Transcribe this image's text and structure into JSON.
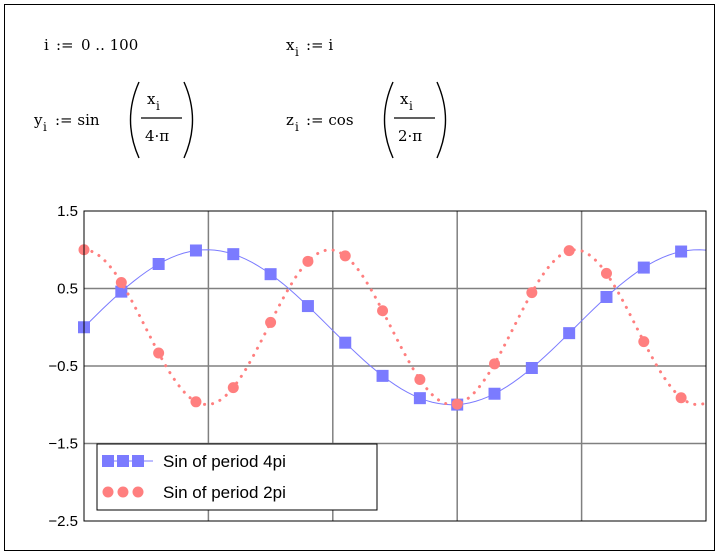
{
  "equations": {
    "range_var": "i",
    "range_assign": ":=",
    "range_value": "0 .. 100",
    "x_var": "x",
    "x_sub": "i",
    "x_assign": ":= i",
    "y_var": "y",
    "y_sub": "i",
    "y_assign": ":= sin",
    "y_num": "x",
    "y_num_sub": "i",
    "y_den": "4·π",
    "z_var": "z",
    "z_sub": "i",
    "z_assign": ":= cos",
    "z_num": "x",
    "z_num_sub": "i",
    "z_den": "2·π"
  },
  "chart_data": {
    "type": "line",
    "xlim": [
      0,
      100
    ],
    "ylim": [
      -2.5,
      1.5
    ],
    "y_ticks": [
      1.5,
      0.5,
      -0.5,
      -1.5,
      -2.5
    ],
    "y_tick_labels": [
      "1.5",
      "0.5",
      "−0.5",
      "−1.5",
      "−2.5"
    ],
    "x_gridlines": [
      20,
      40,
      60,
      80
    ],
    "grid": true,
    "marker_step": 6,
    "legend_position": "bottom-left",
    "series": [
      {
        "name": "Sin of period 4pi",
        "function": "sin(x/(4π))",
        "color": "#7b7bff",
        "marker": "square",
        "line_style": "solid"
      },
      {
        "name": "Sin of period 2pi",
        "function": "cos(x/(2π))",
        "color": "#ff7f7f",
        "marker": "circle",
        "line_style": "dotted"
      }
    ]
  }
}
